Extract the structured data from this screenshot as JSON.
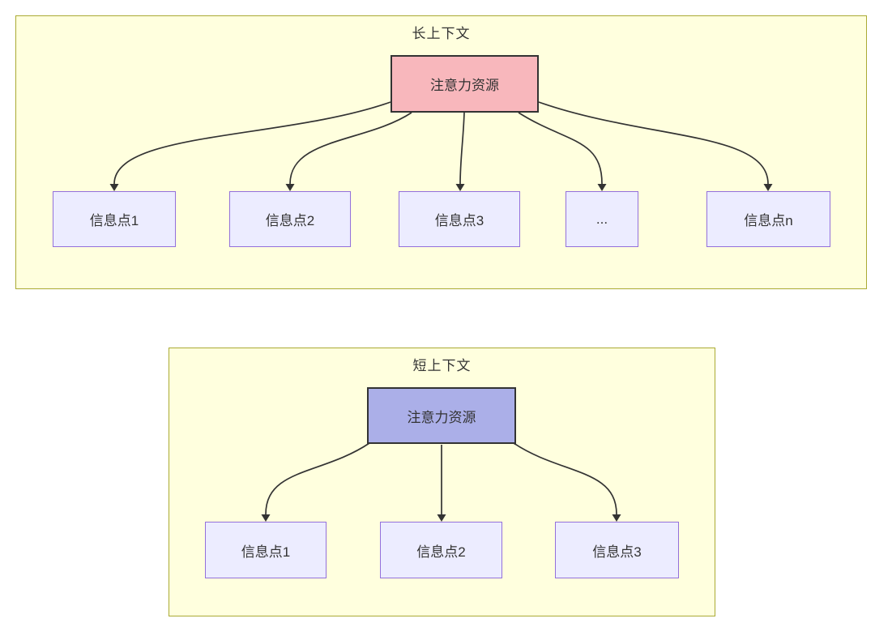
{
  "diagram": {
    "type": "flowchart-comparison",
    "long_context": {
      "title": "长上下文",
      "root": {
        "label": "注意力资源"
      },
      "children": [
        {
          "label": "信息点1"
        },
        {
          "label": "信息点2"
        },
        {
          "label": "信息点3"
        },
        {
          "label": "..."
        },
        {
          "label": "信息点n"
        }
      ]
    },
    "short_context": {
      "title": "短上下文",
      "root": {
        "label": "注意力资源"
      },
      "children": [
        {
          "label": "信息点1"
        },
        {
          "label": "信息点2"
        },
        {
          "label": "信息点3"
        }
      ]
    },
    "colors": {
      "container_fill": "#ffffde",
      "container_border": "#aaaa33",
      "node_fill": "#ececff",
      "node_border": "#9370db",
      "long_root_fill": "#f8b7bc",
      "short_root_fill": "#abafe8",
      "root_border": "#333333",
      "arrow": "#333333",
      "text": "#333333"
    }
  }
}
